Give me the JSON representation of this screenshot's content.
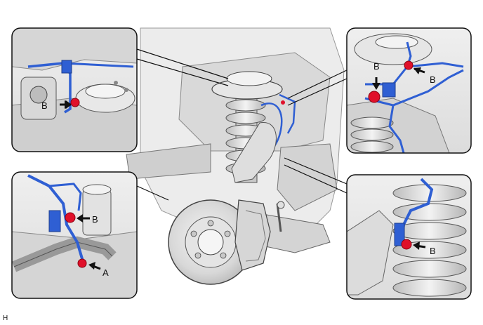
{
  "callouts": {
    "label_a": "A",
    "label_b": "B"
  },
  "figure_code": "H",
  "colors": {
    "line_blue": "#2f5fd3",
    "bolt_red": "#e0102a",
    "metal_light": "#e9e9e9",
    "metal_mid": "#cfcfcf",
    "metal_dark": "#a8a8a8",
    "outline": "#222222",
    "panel_bg": "#f2f2f2"
  },
  "icons": [
    "arrow-icon",
    "bolt-icon"
  ]
}
